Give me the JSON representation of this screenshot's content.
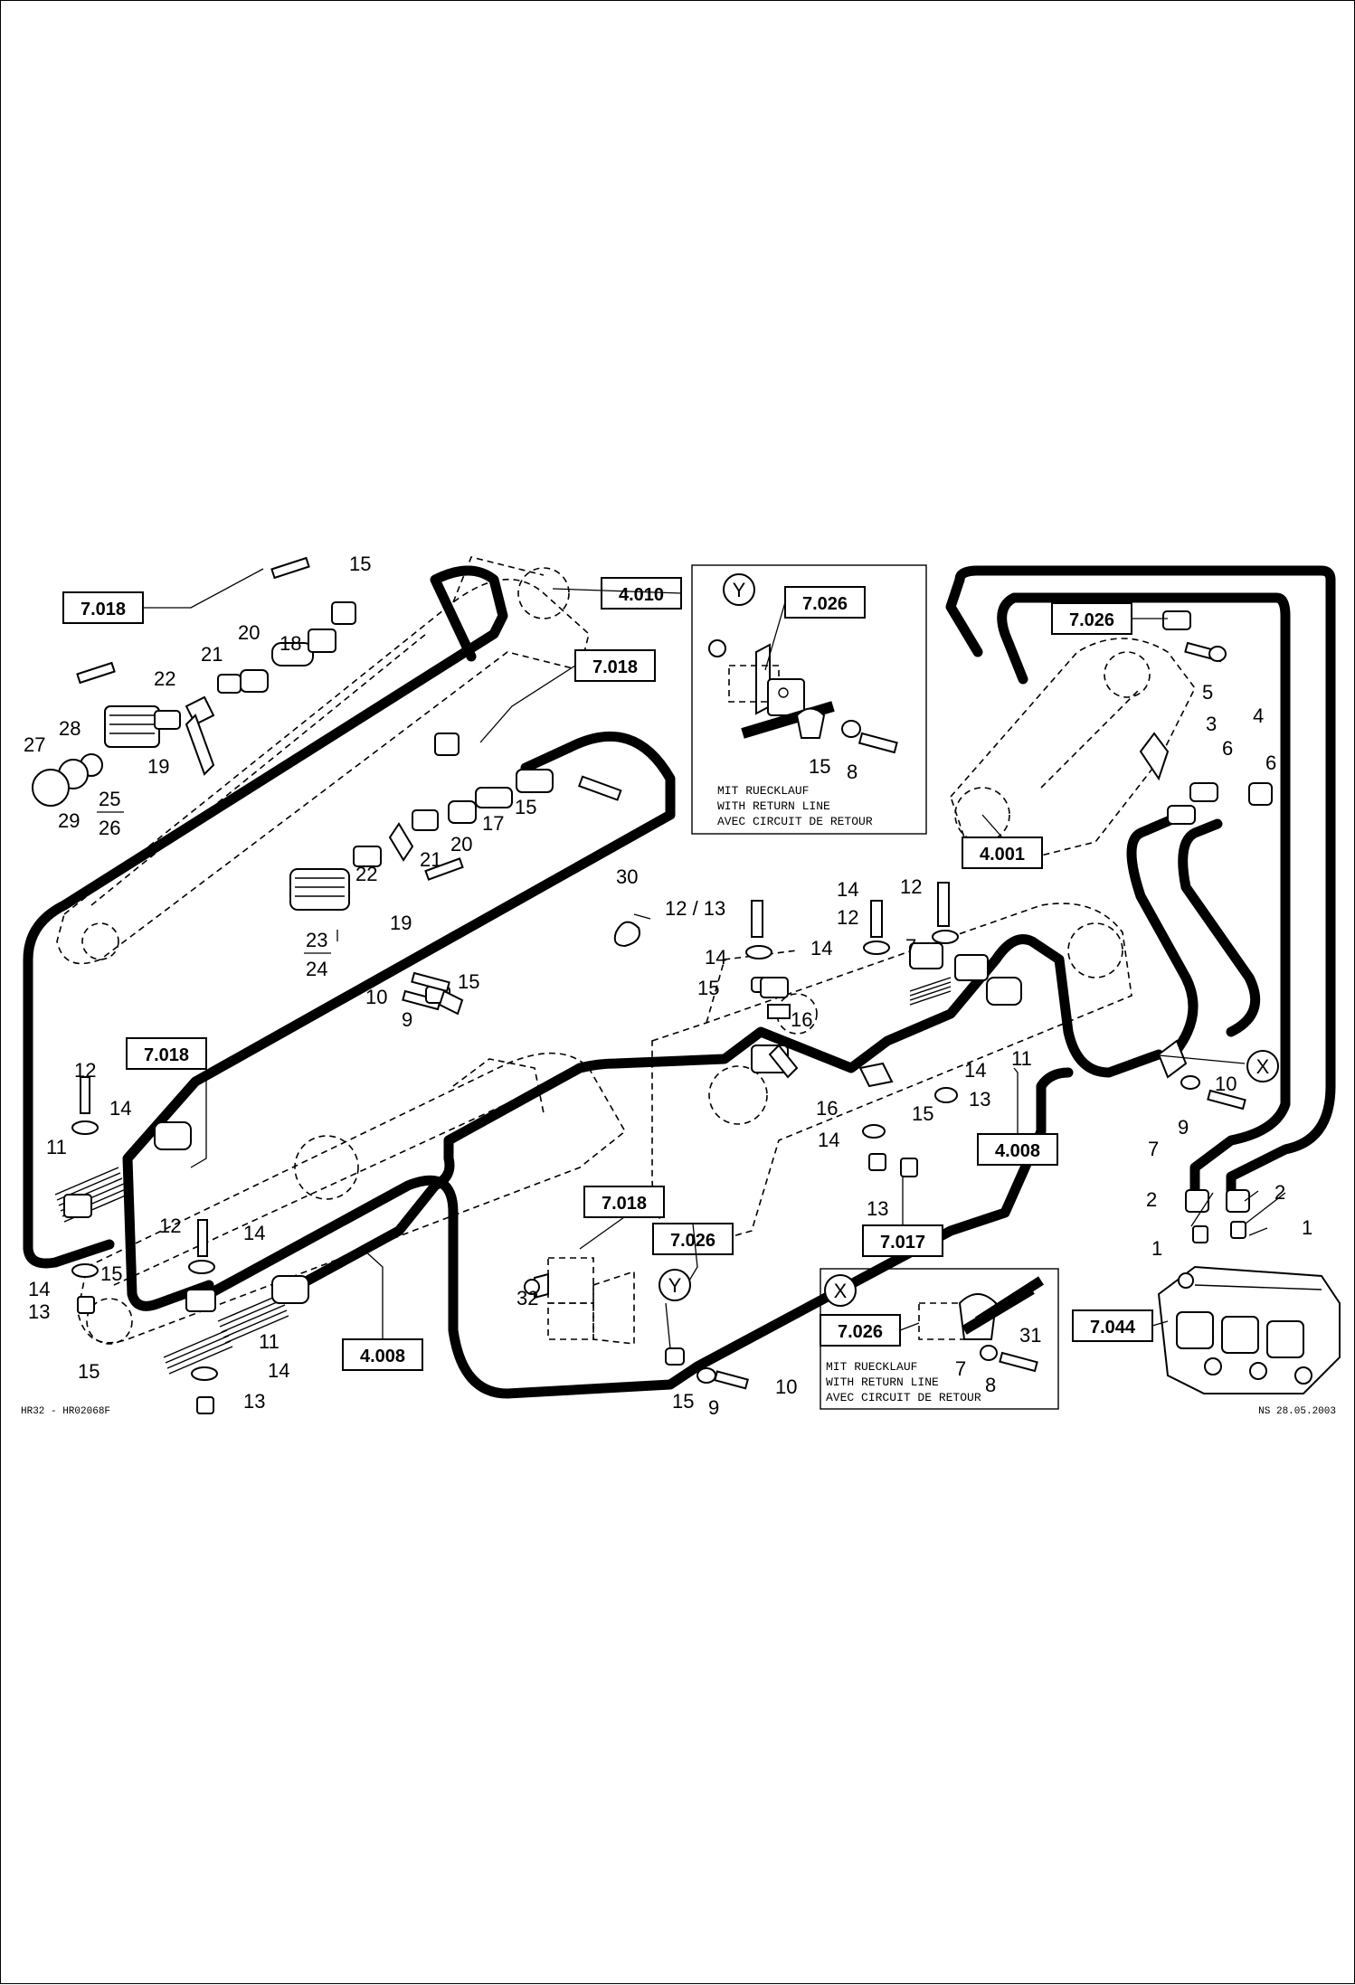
{
  "drawing": {
    "reference_boxes": {
      "r4010": "4.010",
      "r7018a": "7.018",
      "r7018b": "7.018",
      "r7018c": "7.018",
      "r7018d": "7.018",
      "r7026y": "7.026",
      "r7026top": "7.026",
      "r7026mid": "7.026",
      "r7026x": "7.026",
      "r4001": "4.001",
      "r4008a": "4.008",
      "r4008b": "4.008",
      "r7017": "7.017",
      "r7044": "7.044"
    },
    "callouts": {
      "c15top": "15",
      "c18": "18",
      "c20a": "20",
      "c21a": "21",
      "c22a": "22",
      "c19a": "19",
      "c27": "27",
      "c28": "28",
      "c29": "29",
      "c25": "25",
      "c26": "26",
      "c15b": "15",
      "c17": "17",
      "c20b": "20",
      "c21b": "21",
      "c22b": "22",
      "c19b": "19",
      "c23": "23",
      "c24": "24",
      "c30": "30",
      "c12_13": "12 / 13",
      "c12a": "12",
      "c14a": "14",
      "c15c": "15",
      "c16a": "16",
      "c14b": "14",
      "c12b": "12",
      "c14c": "14",
      "c7a": "7",
      "c11a": "11",
      "c14d": "14",
      "c13a": "13",
      "c15d": "15",
      "c16b": "16",
      "c14e": "14",
      "c13b": "13",
      "c10a": "10",
      "c9a": "9",
      "c15e": "15",
      "c12c": "12",
      "c14f": "14",
      "c11b": "11",
      "c14g": "14",
      "c13c": "13",
      "c15f": "15",
      "c12d": "12",
      "c14h": "14",
      "c11c": "11",
      "c14i": "14",
      "c13d": "13",
      "c15g": "15",
      "c32": "32",
      "c15h": "15",
      "c9b": "9",
      "c10b": "10",
      "c5": "5",
      "c4": "4",
      "c3": "3",
      "c6a": "6",
      "c6b": "6",
      "c10c": "10",
      "c9c": "9",
      "c7b": "7",
      "c2a": "2",
      "c2b": "2",
      "c1a": "1",
      "c1b": "1",
      "c15y": "15",
      "c8y": "8",
      "c8x": "8",
      "c7x": "7",
      "c31": "31"
    },
    "views": {
      "y_top": "Y",
      "y_bottom": "Y",
      "x_right": "X",
      "x_detail": "X"
    },
    "notes": {
      "y_note": [
        "MIT RUECKLAUF",
        "WITH RETURN LINE",
        "AVEC CIRCUIT DE RETOUR"
      ],
      "x_note": [
        "MIT RUECKLAUF",
        "WITH RETURN LINE",
        "AVEC CIRCUIT DE RETOUR"
      ]
    },
    "footer": {
      "left": "HR32 - HR02068F",
      "right": "NS 28.05.2003"
    }
  }
}
